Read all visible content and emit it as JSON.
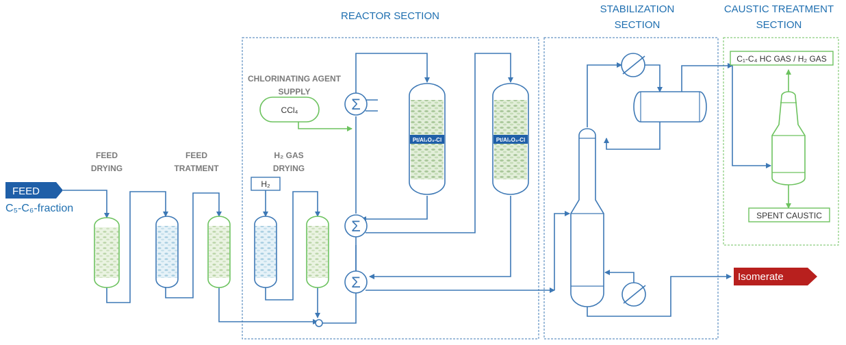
{
  "sections": {
    "reactor": "REACTOR SECTION",
    "stabilization_1": "STABILIZATION",
    "stabilization_2": "SECTION",
    "caustic_1": "CAUSTIC TREATMENT",
    "caustic_2": "SECTION"
  },
  "labels": {
    "feed_drying_1": "FEED",
    "feed_drying_2": "DRYING",
    "feed_treatment_1": "FEED",
    "feed_treatment_2": "TRATMENT",
    "h2_gas_drying_1": "H₂ GAS",
    "h2_gas_drying_2": "DRYING",
    "chlorinating_1": "CHLORINATING AGENT",
    "chlorinating_2": "SUPPLY"
  },
  "streams": {
    "feed": "FEED",
    "feed_fraction": "C₅-C₆-fraction",
    "isomerate": "Isomerate",
    "h2": "H₂",
    "ccl4": "CCl₄",
    "hc_gas": "C₁-C₄ HC GAS / H₂ GAS",
    "spent_caustic": "SPENT CAUSTIC"
  },
  "catalyst": {
    "reactor_1": "Pt/Al₂O₃-Cl",
    "reactor_2": "Pt/Al₂O₃-Cl"
  },
  "colors": {
    "process_line": "#3d78b5",
    "gas_line": "#6cc25e",
    "feed_arrow": "#1f5fa8",
    "isomerate_arrow": "#b8201e",
    "section_text": "#1f6fb0"
  }
}
